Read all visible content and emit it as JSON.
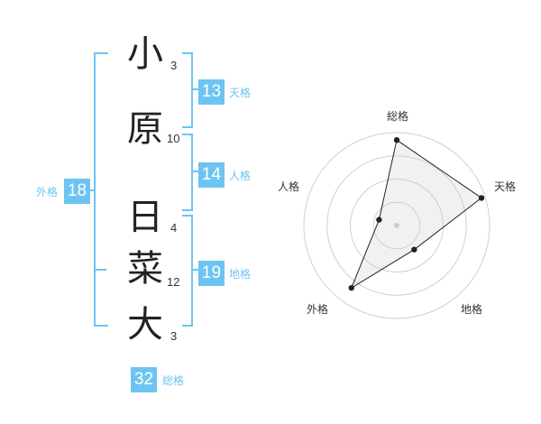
{
  "name": {
    "chars": [
      {
        "char": "小",
        "strokes": "3"
      },
      {
        "char": "原",
        "strokes": "10"
      },
      {
        "char": "日",
        "strokes": "4"
      },
      {
        "char": "菜",
        "strokes": "12"
      },
      {
        "char": "大",
        "strokes": "3"
      }
    ]
  },
  "fortunes": {
    "tenkaku": {
      "label": "天格",
      "value": "13"
    },
    "jinkaku": {
      "label": "人格",
      "value": "14"
    },
    "chikaku": {
      "label": "地格",
      "value": "19"
    },
    "gaikaku": {
      "label": "外格",
      "value": "18"
    },
    "soukaku": {
      "label": "総格",
      "value": "32"
    }
  },
  "colors": {
    "accent": "#6dc4f2",
    "text": "#222222"
  },
  "chart_data": {
    "type": "radar",
    "axes": [
      "総格",
      "天格",
      "地格",
      "外格",
      "人格"
    ],
    "values": [
      0.92,
      0.96,
      0.32,
      0.83,
      0.2
    ],
    "rings": 4,
    "max": 1
  }
}
